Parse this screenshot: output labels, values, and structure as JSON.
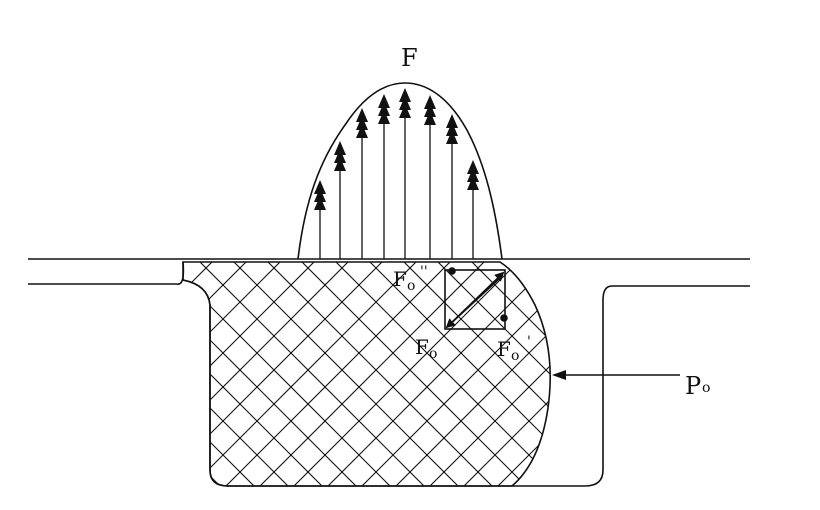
{
  "labels": {
    "force_distribution": "F",
    "force_component_1_main": "F",
    "force_component_1_sub": "o",
    "force_component_1_sup": "''",
    "force_resultant_main": "F",
    "force_resultant_sub": "o",
    "force_component_2_main": "F",
    "force_component_2_sub": "o",
    "force_component_2_sup": "'",
    "pressure_main": "P",
    "pressure_sub": "o"
  },
  "colors": {
    "line": "#111111",
    "background": "#ffffff"
  },
  "pressure_arrow_count": 8
}
